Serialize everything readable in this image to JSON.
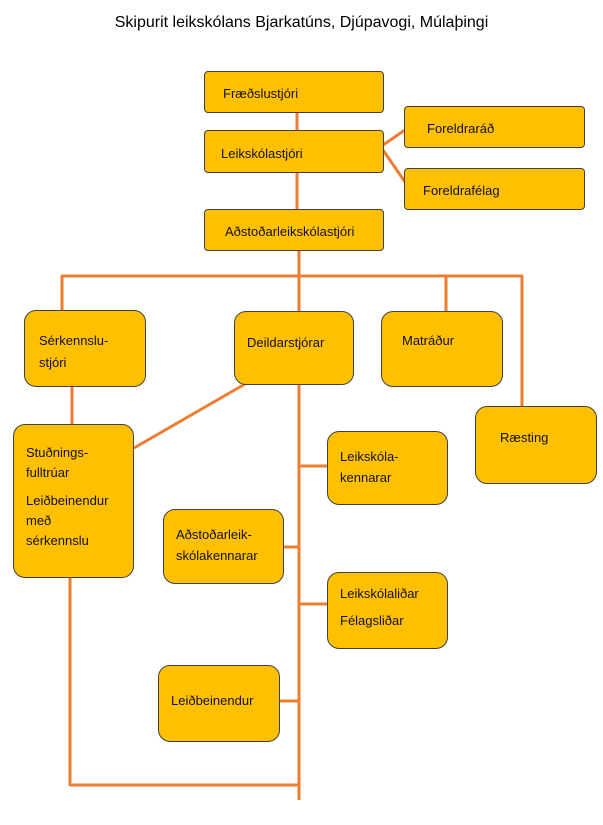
{
  "title": "Skipurit leikskólans Bjarkatúns, Djúpavogi, Múlaþingi",
  "colors": {
    "box_fill": "#ffc000",
    "box_border": "#404040",
    "connector": "#ed7d31"
  },
  "boxes": {
    "fraedslustjori": {
      "lines": [
        "Fræðslustjóri"
      ]
    },
    "leikskolastjori": {
      "lines": [
        "Leikskólastjóri"
      ]
    },
    "foreldraraad": {
      "lines": [
        "Foreldraráð"
      ]
    },
    "foreldrafelag": {
      "lines": [
        "Foreldrafélag"
      ]
    },
    "adstodarleikskolastjori": {
      "lines": [
        "Aðstoðarleikskólastjóri"
      ]
    },
    "serkennslustjori": {
      "lines": [
        "Sérkennslu-",
        "stjóri"
      ]
    },
    "deildarstjorar": {
      "lines": [
        "Deildarstjórar"
      ]
    },
    "matradur": {
      "lines": [
        "Matráður"
      ]
    },
    "raesting": {
      "lines": [
        "Ræsting"
      ]
    },
    "studningsfulltruar": {
      "lines": [
        "Stuðnings-",
        "fulltrúar"
      ],
      "lines2": [
        "Leiðbeinendur",
        "með",
        "sérkennslu"
      ]
    },
    "leikskolakennarar": {
      "lines": [
        "Leikskóla-",
        "kennarar"
      ]
    },
    "adstodarleikskolakennarar": {
      "lines": [
        "Aðstoðarleik-",
        "skólakennarar"
      ]
    },
    "leikskolalidar": {
      "lines": [
        "Leikskólaliðar"
      ],
      "lines2": [
        "Félagsliðar"
      ]
    },
    "leidbeinendur": {
      "lines": [
        "Leiðbeinendur"
      ]
    }
  }
}
